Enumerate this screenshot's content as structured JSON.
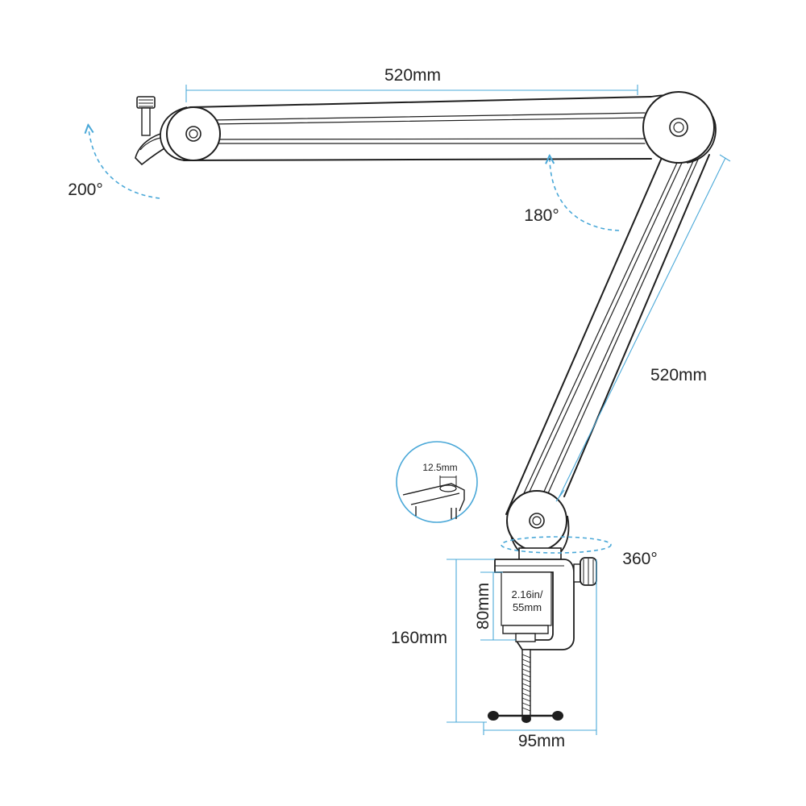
{
  "colors": {
    "outline": "#1e1e1e",
    "dimension": "#4aa8d8",
    "text": "#222222",
    "background": "#ffffff"
  },
  "labels": {
    "top_arm_length": "520mm",
    "lower_arm_length": "520mm",
    "head_rotation": "200°",
    "elbow_rotation": "180°",
    "base_rotation": "360°",
    "mount_hole": "12.5mm",
    "clamp_opening_line1": "2.16in/",
    "clamp_opening_line2": "55mm",
    "clamp_inner_height": "80mm",
    "total_clamp_height": "160mm",
    "clamp_width": "95mm"
  }
}
